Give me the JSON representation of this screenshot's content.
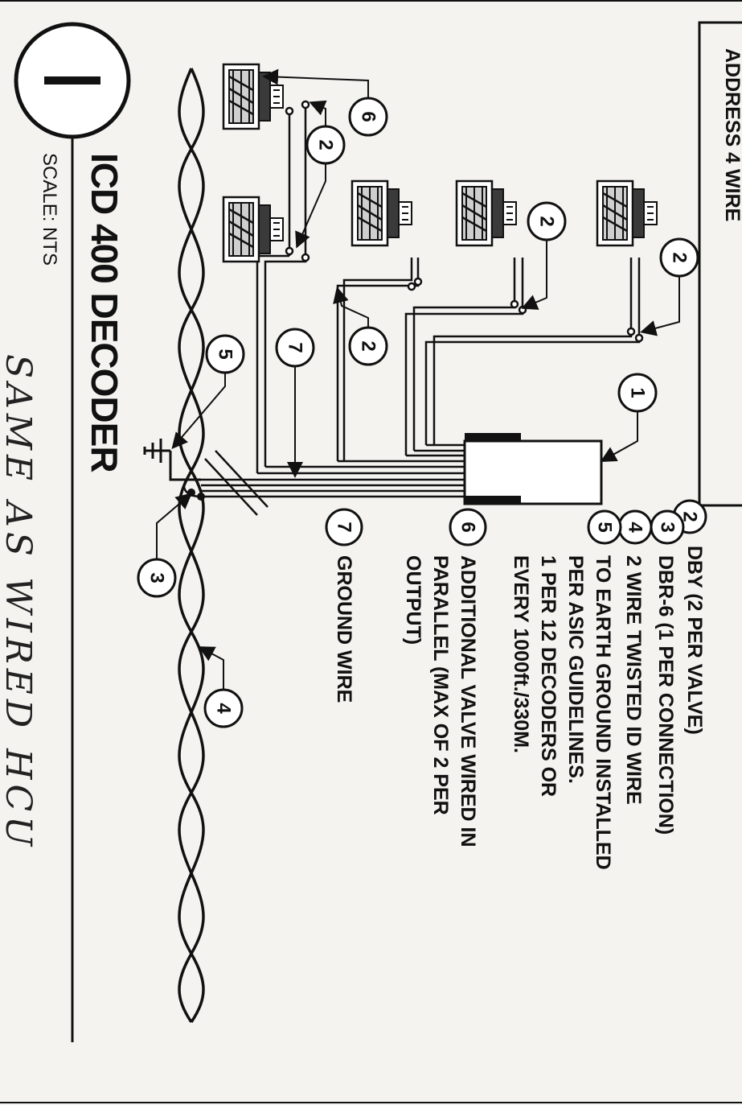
{
  "drawing": {
    "detail_number": "1",
    "title": "ICD 400 DECODER",
    "scale": "SCALE: NTS",
    "handwritten_note": "SAME AS WIRED HCU",
    "cut_header_text": "ADDRESS 4 WIRE"
  },
  "legend": [
    {
      "num": "2",
      "lines": [
        "DBY (2 PER VALVE)"
      ]
    },
    {
      "num": "3",
      "lines": [
        "DBR-6 (1 PER CONNECTION)"
      ]
    },
    {
      "num": "4",
      "lines": [
        "2 WIRE TWISTED ID WIRE"
      ]
    },
    {
      "num": "5",
      "lines": [
        "TO EARTH GROUND INSTALLED",
        "PER ASIC GUIDELINES.",
        "1 PER 12 DECODERS OR",
        "EVERY 1000ft./330M."
      ]
    },
    {
      "num": "6",
      "lines": [
        "ADDITIONAL VALVE WIRED IN",
        "PARALLEL (MAX OF 2 PER",
        "OUTPUT)"
      ]
    },
    {
      "num": "7",
      "lines": [
        "GROUND WIRE"
      ]
    }
  ],
  "callouts": {
    "decoder": "1",
    "dby_a": "2",
    "dby_b": "2",
    "dby_c": "2",
    "dby_d": "2",
    "dby_e": "2",
    "dbr": "3",
    "twisted": "4",
    "earth": "5",
    "parallel": "6",
    "ground": "7"
  }
}
